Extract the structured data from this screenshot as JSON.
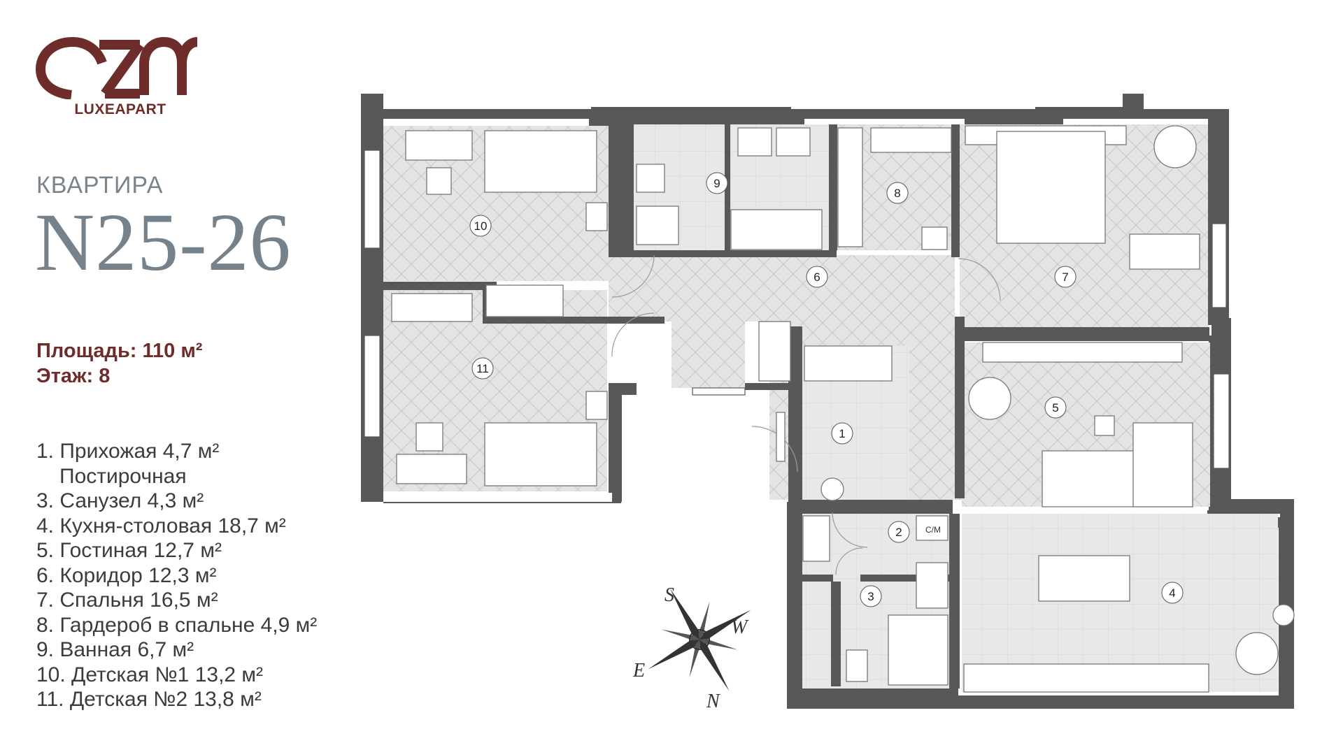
{
  "brand": {
    "logo_letters": "OZM",
    "name": "LUXEAPART",
    "color": "#6e2c2b"
  },
  "header": {
    "subtitle": "КВАРТИРА",
    "number": "N25-26"
  },
  "meta": {
    "area": "Площадь: 110 м²",
    "floor": "Этаж: 8"
  },
  "rooms": [
    "1. Прихожая 4,7 м²",
    "Постирочная",
    "3. Санузел 4,3 м²",
    "4. Кухня-столовая 18,7 м²",
    "5. Гостиная 12,7 м²",
    "6. Коридор 12,3 м²",
    "7. Спальня 16,5 м²",
    "8. Гардероб в спальне 4,9 м²",
    "9. Ванная 6,7 м²",
    "10. Детская №1 13,2 м²",
    "11. Детская №2 13,8 м²"
  ],
  "plan": {
    "labels": {
      "r1": "1",
      "r2": "2",
      "r3": "3",
      "r4": "4",
      "r5": "5",
      "r6": "6",
      "r7": "7",
      "r8": "8",
      "r9": "9",
      "r10": "10",
      "r11": "11"
    },
    "appliance_label": "С/М",
    "wall_color": "#58585a",
    "floor_color": "#e6e6e6"
  },
  "compass": {
    "s": "S",
    "w": "W",
    "e": "E",
    "n": "N"
  }
}
